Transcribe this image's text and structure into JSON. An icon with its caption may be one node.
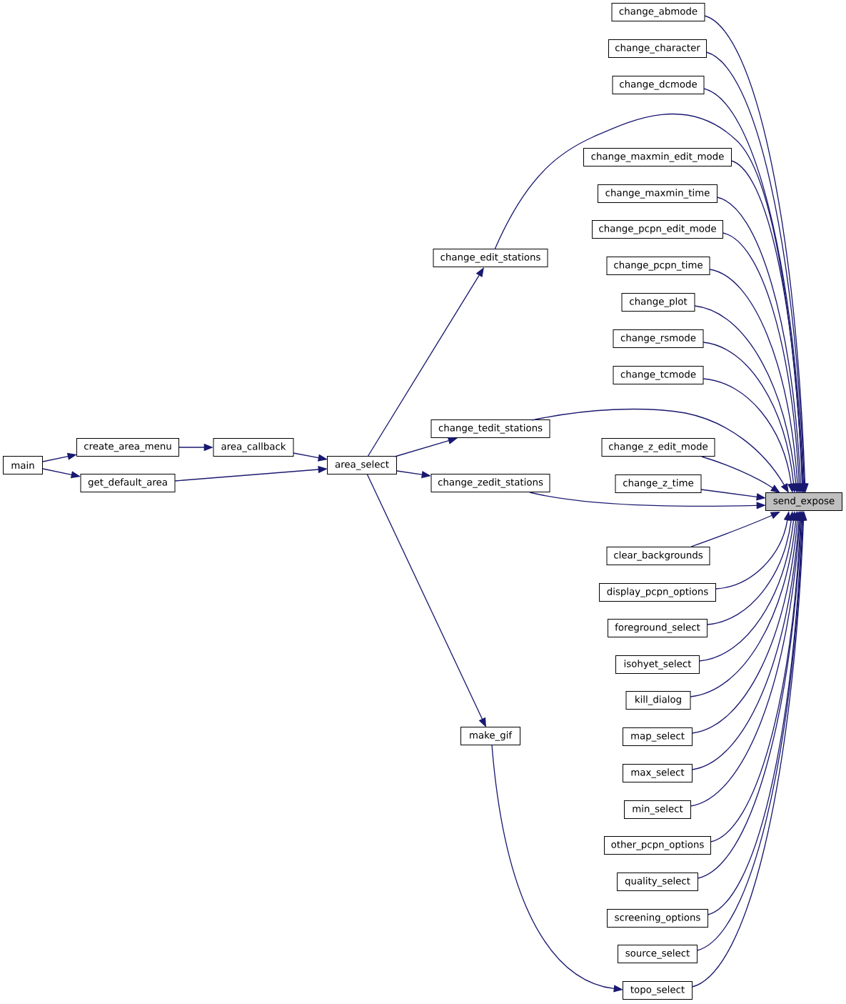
{
  "diagram": {
    "nodes": [
      {
        "text": [
          "main"
        ]
      },
      {
        "text": [
          "create_area_menu"
        ]
      },
      {
        "text": [
          "get_default_area"
        ]
      },
      {
        "text": [
          "area_callback"
        ]
      },
      {
        "text": [
          "area_select"
        ]
      },
      {
        "text": [
          "change_edit_stations"
        ]
      },
      {
        "text": [
          "change_tedit_stations"
        ]
      },
      {
        "text": [
          "change_zedit_stations"
        ]
      },
      {
        "text": [
          "make_gif"
        ]
      },
      {
        "text": [
          "change_abmode"
        ]
      },
      {
        "text": [
          "change_character"
        ]
      },
      {
        "text": [
          "change_dcmode"
        ]
      },
      {
        "text": [
          "change_maxmin_edit_mode"
        ]
      },
      {
        "text": [
          "change_maxmin_time"
        ]
      },
      {
        "text": [
          "change_pcpn_edit_mode"
        ]
      },
      {
        "text": [
          "change_pcpn_time"
        ]
      },
      {
        "text": [
          "change_plot"
        ]
      },
      {
        "text": [
          "change_rsmode"
        ]
      },
      {
        "text": [
          "change_tcmode"
        ]
      },
      {
        "text": [
          "change_z_edit_mode"
        ]
      },
      {
        "text": [
          "change_z_time"
        ]
      },
      {
        "text": [
          "clear_backgrounds"
        ]
      },
      {
        "text": [
          "display_pcpn_options"
        ]
      },
      {
        "text": [
          "foreground_select"
        ]
      },
      {
        "text": [
          "isohyet_select"
        ]
      },
      {
        "text": [
          "kill_dialog"
        ]
      },
      {
        "text": [
          "map_select"
        ]
      },
      {
        "text": [
          "max_select"
        ]
      },
      {
        "text": [
          "min_select"
        ]
      },
      {
        "text": [
          "other_pcpn_options"
        ]
      },
      {
        "text": [
          "quality_select"
        ]
      },
      {
        "text": [
          "screening_options"
        ]
      },
      {
        "text": [
          "source_select"
        ]
      },
      {
        "text": [
          "topo_select"
        ]
      },
      {
        "text": [
          "send_expose"
        ]
      }
    ],
    "edges": [
      {
        "from": 0,
        "to": 1,
        "arrow": "to"
      },
      {
        "from": 0,
        "to": 2,
        "arrow": "to"
      },
      {
        "from": 1,
        "to": 3,
        "arrow": "to"
      },
      {
        "from": 3,
        "to": 4,
        "arrow": "to"
      },
      {
        "from": 2,
        "to": 4,
        "arrow": "to"
      },
      {
        "from": 4,
        "to": 5,
        "arrow": "to"
      },
      {
        "from": 4,
        "to": 6,
        "arrow": "to"
      },
      {
        "from": 4,
        "to": 7,
        "arrow": "to"
      },
      {
        "from": 4,
        "to": 8,
        "arrow": "to"
      },
      {
        "from": 8,
        "to": 33,
        "arrow": "to"
      },
      {
        "from": 5,
        "to": 34,
        "arrow": "to"
      },
      {
        "from": 9,
        "to": 34,
        "arrow": "to"
      },
      {
        "from": 10,
        "to": 34,
        "arrow": "to"
      },
      {
        "from": 11,
        "to": 34,
        "arrow": "to"
      },
      {
        "from": 12,
        "to": 34,
        "arrow": "to"
      },
      {
        "from": 13,
        "to": 34,
        "arrow": "to"
      },
      {
        "from": 14,
        "to": 34,
        "arrow": "to"
      },
      {
        "from": 15,
        "to": 34,
        "arrow": "to"
      },
      {
        "from": 16,
        "to": 34,
        "arrow": "to"
      },
      {
        "from": 17,
        "to": 34,
        "arrow": "to"
      },
      {
        "from": 18,
        "to": 34,
        "arrow": "to"
      },
      {
        "from": 6,
        "to": 34,
        "arrow": "to"
      },
      {
        "from": 19,
        "to": 34,
        "arrow": "to"
      },
      {
        "from": 20,
        "to": 34,
        "arrow": "to"
      },
      {
        "from": 7,
        "to": 34,
        "arrow": "to"
      },
      {
        "from": 21,
        "to": 34,
        "arrow": "to"
      },
      {
        "from": 22,
        "to": 34,
        "arrow": "to"
      },
      {
        "from": 23,
        "to": 34,
        "arrow": "to"
      },
      {
        "from": 24,
        "to": 34,
        "arrow": "to"
      },
      {
        "from": 25,
        "to": 34,
        "arrow": "to"
      },
      {
        "from": 26,
        "to": 34,
        "arrow": "to"
      },
      {
        "from": 27,
        "to": 34,
        "arrow": "to"
      },
      {
        "from": 28,
        "to": 34,
        "arrow": "to"
      },
      {
        "from": 29,
        "to": 34,
        "arrow": "to"
      },
      {
        "from": 30,
        "to": 34,
        "arrow": "to"
      },
      {
        "from": 31,
        "to": 34,
        "arrow": "to"
      },
      {
        "from": 32,
        "to": 34,
        "arrow": "to"
      },
      {
        "from": 33,
        "to": 34,
        "arrow": "to"
      }
    ]
  }
}
